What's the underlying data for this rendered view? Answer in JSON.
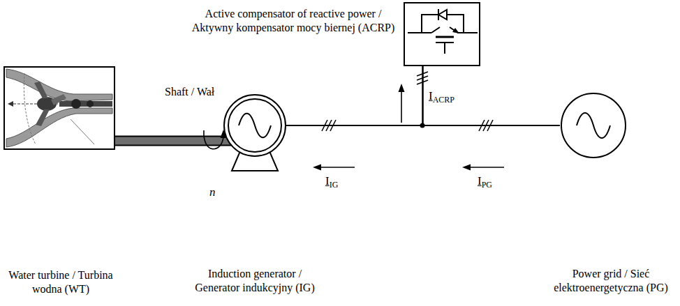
{
  "diagram": {
    "nodes": [
      {
        "text": [
          "Active compensator of reactive power / Aktywny kompensator mocy biernej (ACRP)"
        ]
      },
      {
        "text": [
          "Water turbine / Turbina wodna (WT)"
        ]
      },
      {
        "text": [
          "Induction generator / Generator indukcyjny (IG)"
        ]
      },
      {
        "text": [
          "Power grid / Sieć elektroenergetyczna (PG)"
        ]
      }
    ],
    "edges": [
      {
        "from": 1,
        "to": 2,
        "arrow": "none",
        "label": "Shaft / Wał"
      },
      {
        "from": 2,
        "to": 3,
        "arrow": "none"
      },
      {
        "from": 0,
        "to": 2,
        "arrow": "none"
      },
      {
        "from": 0,
        "to": 3,
        "arrow": "none"
      }
    ],
    "labels": [
      "n",
      "IACRP",
      "IIG",
      "IPG"
    ]
  }
}
